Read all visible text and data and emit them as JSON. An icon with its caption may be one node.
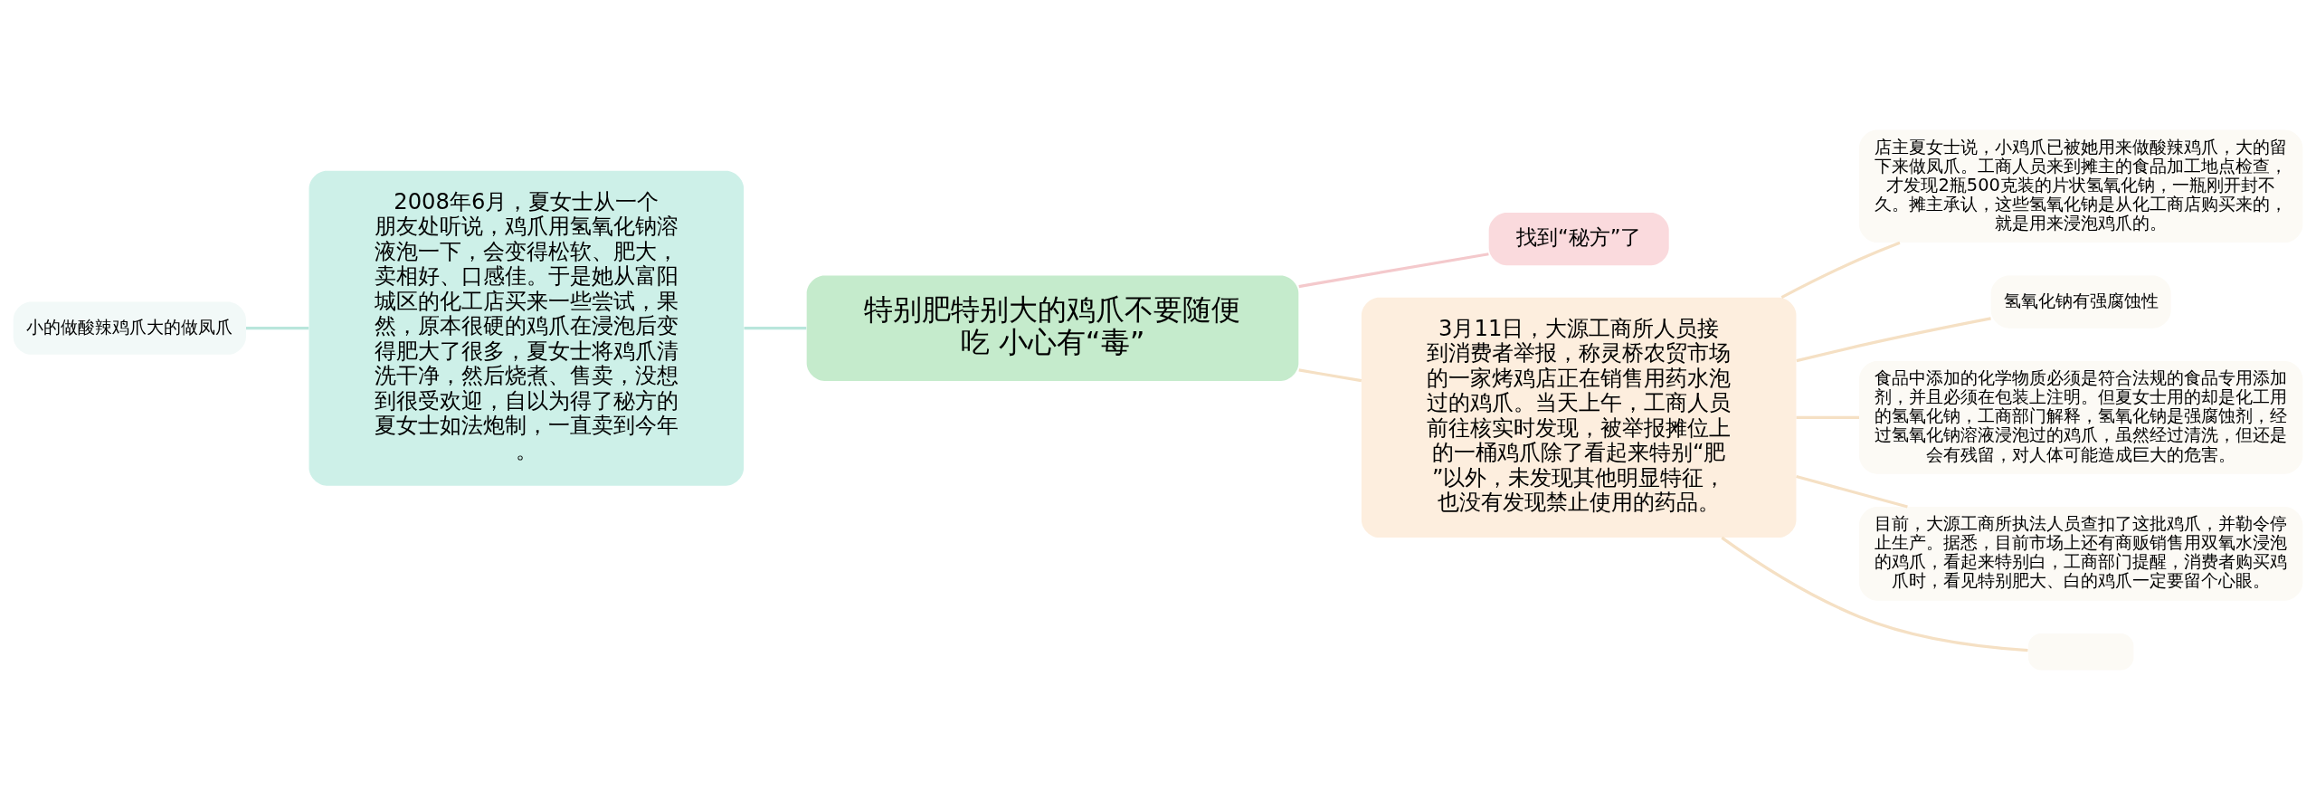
{
  "diagram": {
    "nodes": [
      {
        "text": [
          "特别肥特别大的鸡爪不要随便吃 小心有“毒”"
        ]
      },
      {
        "text": [
          "找到“秘方”了"
        ]
      },
      {
        "text": [
          "2008年6月，夏女士从一个朋友处听说，鸡爪用氢氧化钠溶液泡一下，会变得松软、肥大，卖相好、口感佳。于是她从富阳城区的化工店买来一些尝试，果然，原本很硬的鸡爪在浸泡后变得肥大了很多，夏女士将鸡爪清洗干净，然后烧煮、售卖，没想到很受欢迎，自以为得了秘方的夏女士如法炮制，一直卖到今年。"
        ]
      },
      {
        "text": [
          "小的做酸辣鸡爪大的做凤爪"
        ]
      },
      {
        "text": [
          "3月11日，大源工商所人员接到消费者举报，称灵桥农贸市场的一家烤鸡店正在销售用药水泡过的鸡爪。当天上午，工商人员前往核实时发现，被举报摊位上的一桶鸡爪除了看起来特别“肥”以外，未发现其他明显特征，也没有发现禁止使用的药品。"
        ]
      },
      {
        "text": [
          "店主夏女士说，小鸡爪已被她用来做酸辣鸡爪，大的留下来做凤爪。工商人员来到摊主的食品加工地点检查，才发现2瓶500克装的片状氢氧化钠，一瓶刚开封不久。摊主承认，这些氢氧化钠是从化工商店购买来的，就是用来浸泡鸡爪的。"
        ]
      },
      {
        "text": [
          "氢氧化钠有强腐蚀性"
        ]
      },
      {
        "text": [
          "食品中添加的化学物质必须是符合法规的食品专用添加剂，并且必须在包装上注明。但夏女士用的却是化工用的氢氧化钠，工商部门解释，氢氧化钠是强腐蚀剂，经过氢氧化钠溶液浸泡过的鸡爪，虽然经过清洗，但还是会有残留，对人体可能造成巨大的危害。"
        ]
      },
      {
        "text": [
          "目前，大源工商所执法人员查扣了这批鸡爪，并勒令停止生产。据悉，目前市场上还有商贩销售用双氧水浸泡的鸡爪，看起来特别白，工商部门提醒，消费者购买鸡爪时，看见特别肥大、白的鸡爪一定要留个心眼。"
        ]
      },
      {
        "text": [],
        "shape": "box"
      }
    ],
    "edges": [
      {
        "from": 3,
        "to": 2,
        "arrow": "none",
        "color": "#b9e6dc"
      },
      {
        "from": 2,
        "to": 0,
        "arrow": "none",
        "color": "#b9e6dc"
      },
      {
        "from": 0,
        "to": 1,
        "arrow": "none",
        "color": "#f4c9cc"
      },
      {
        "from": 0,
        "to": 4,
        "arrow": "none"
      },
      {
        "from": 4,
        "to": 5,
        "arrow": "none"
      },
      {
        "from": 4,
        "to": 6,
        "arrow": "none"
      },
      {
        "from": 4,
        "to": 7,
        "arrow": "none"
      },
      {
        "from": 4,
        "to": 8,
        "arrow": "none"
      },
      {
        "from": 4,
        "to": 9,
        "arrow": "none"
      }
    ]
  }
}
